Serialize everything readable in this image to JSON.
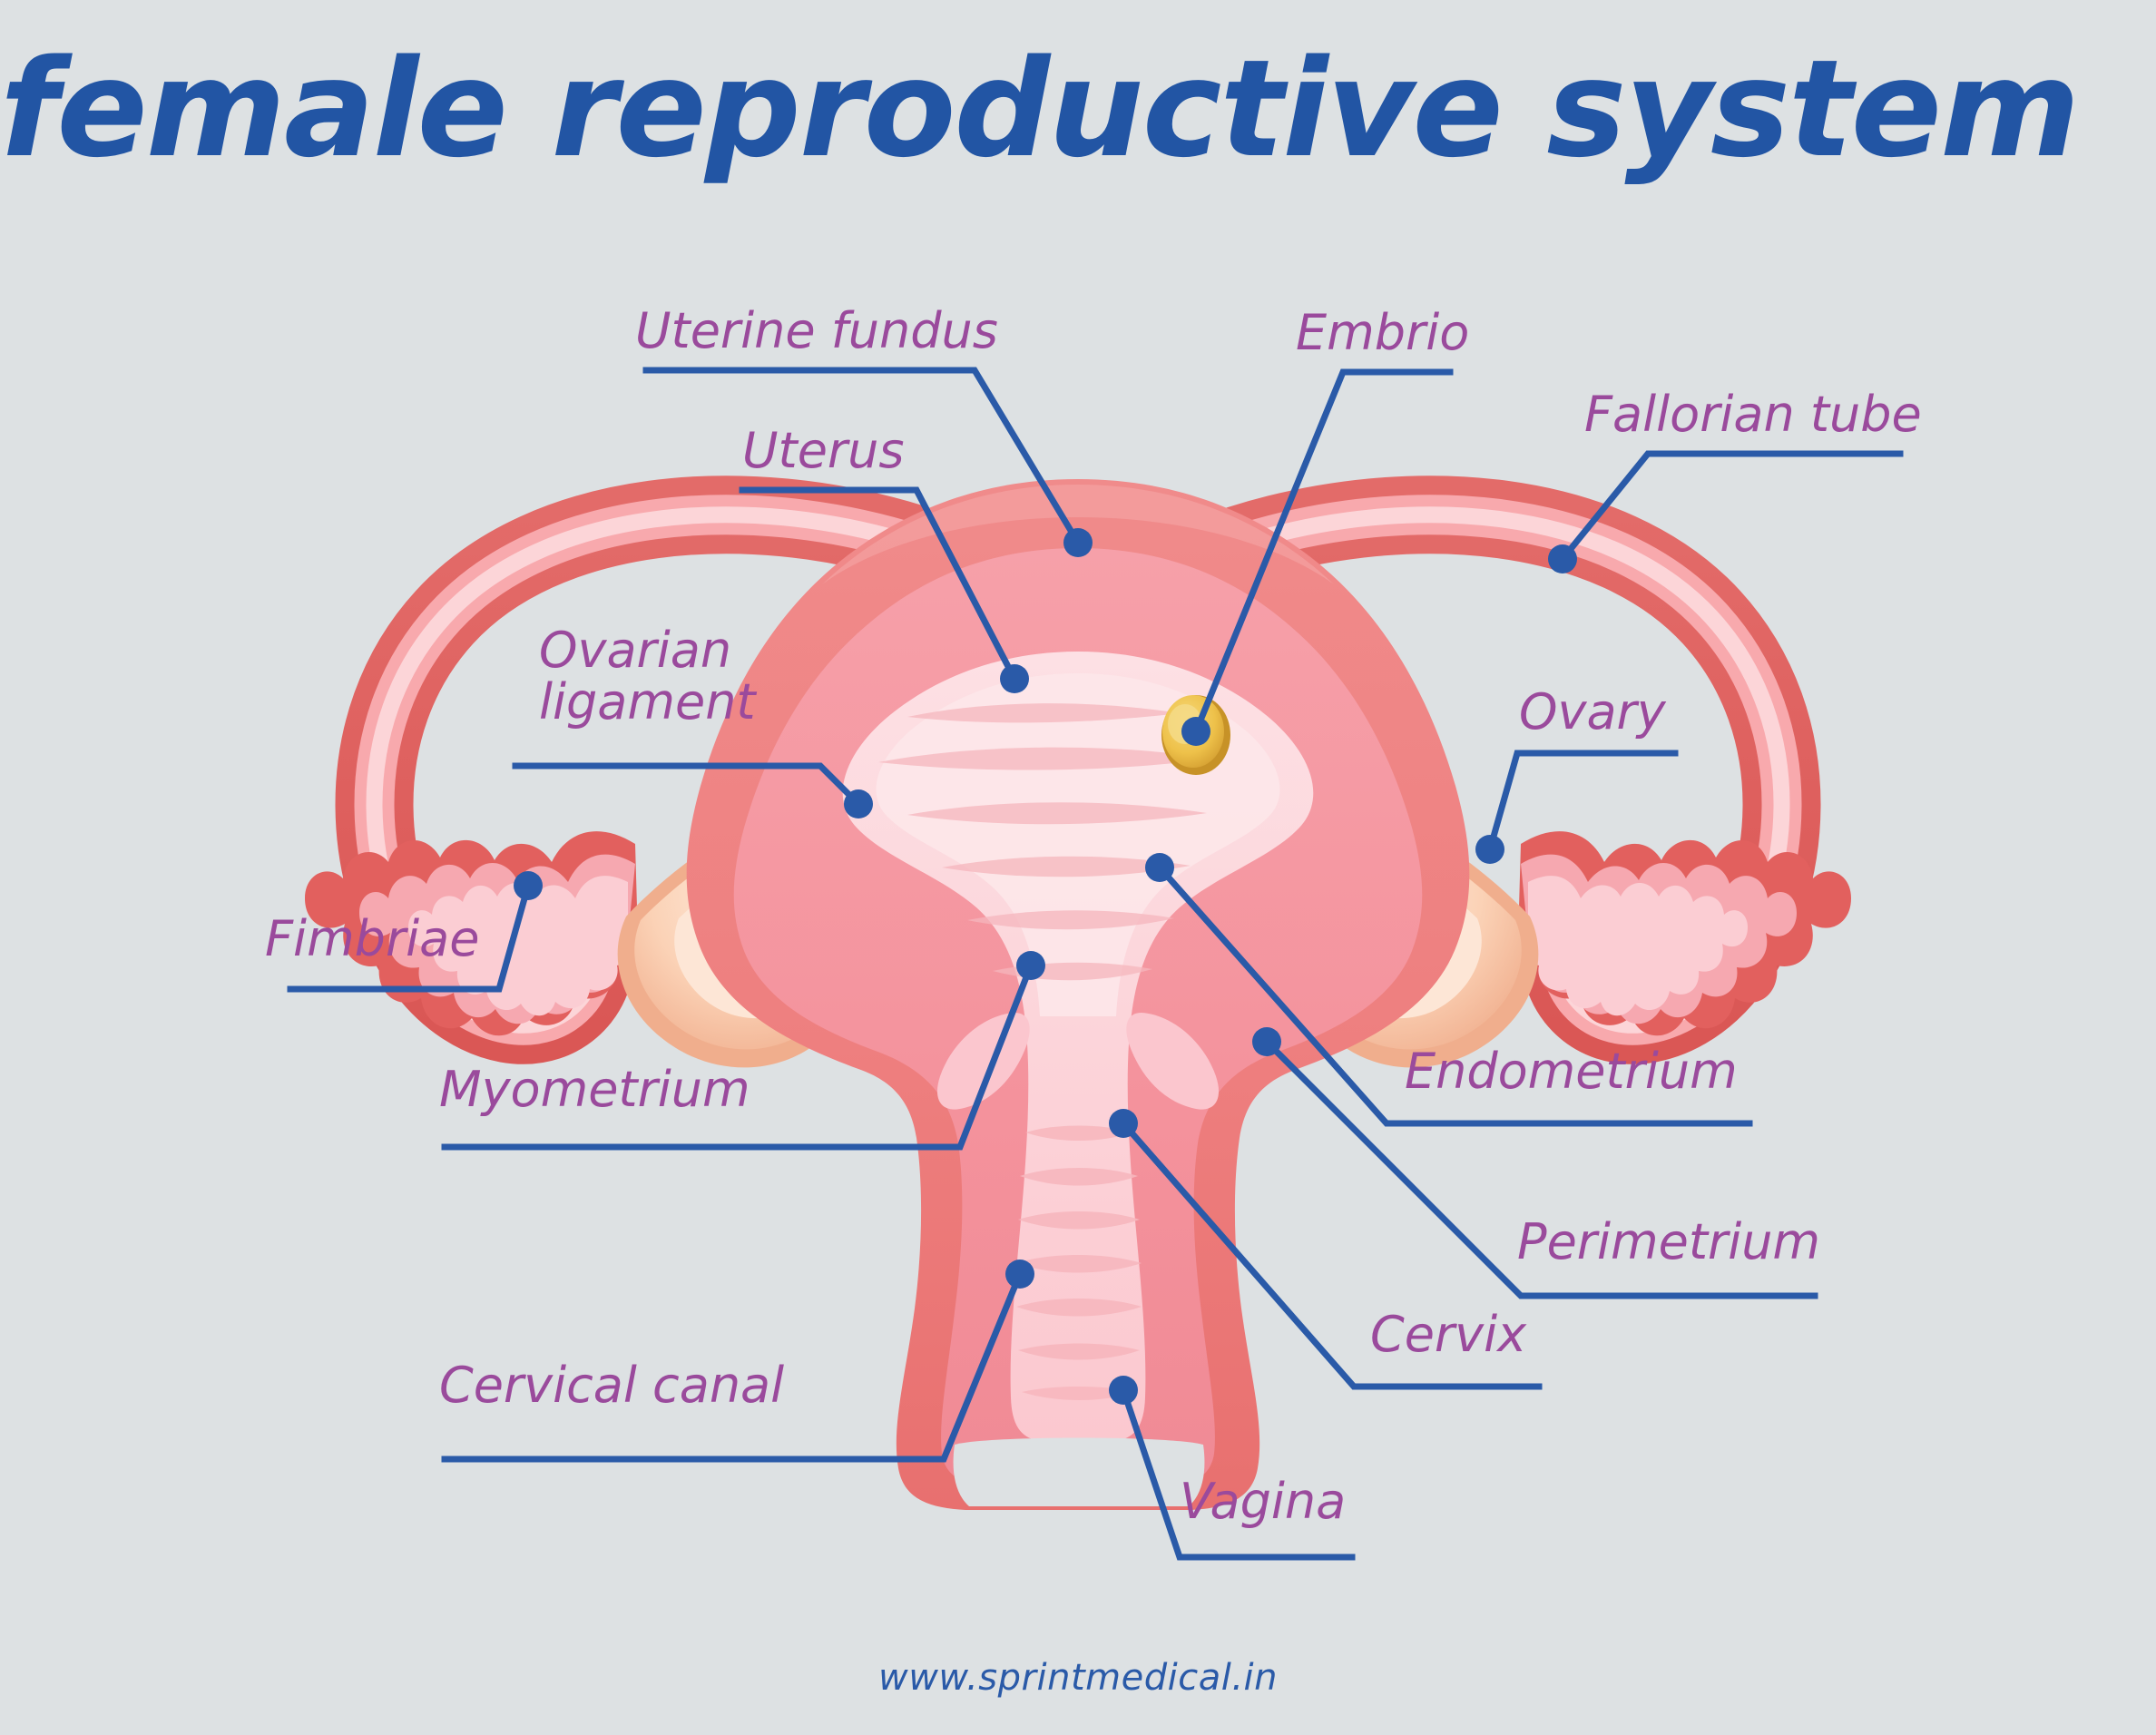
{
  "page": {
    "title": "female reproductive system",
    "watermark": "www.sprintmedical.in",
    "background_color": "#dde1e3",
    "title_color": "#2255a4",
    "label_color": "#9a4a9c",
    "leader_color": "#2a5aa8"
  },
  "diagram": {
    "type": "anatomical-illustration",
    "subject": "female reproductive system, coronal section",
    "colors": {
      "perimetrium": "#ee7f7f",
      "perimetrium_dark": "#e0615f",
      "myometrium": "#f4929c",
      "endometrium": "#fccdd3",
      "cavity_light": "#fde3e6",
      "tube_outer": "#e0615f",
      "tube_inner": "#f8a9ad",
      "tube_lumen": "#fcd5d8",
      "ovary_outer": "#f2b394",
      "ovary_mid": "#f9cdb0",
      "ovary_inner": "#fde4d2",
      "embryo": "#eec14a",
      "embryo_dark": "#d9a235",
      "fimbriae": "#e2605e"
    },
    "labels": [
      {
        "id": "uterine-fundus",
        "text": "Uterine fundus",
        "lines": [
          "Uterine fundus"
        ],
        "side": "left"
      },
      {
        "id": "uterus",
        "text": "Uterus",
        "lines": [
          "Uterus"
        ],
        "side": "left"
      },
      {
        "id": "embrio",
        "text": "Embrio",
        "lines": [
          "Embrio"
        ],
        "side": "right"
      },
      {
        "id": "fallorian-tube",
        "text": "Fallorian tube",
        "lines": [
          "Fallorian tube"
        ],
        "side": "right"
      },
      {
        "id": "ovarian-ligament",
        "text": "Ovarian ligament",
        "lines": [
          "Ovarian",
          "ligament"
        ],
        "side": "left"
      },
      {
        "id": "ovary",
        "text": "Ovary",
        "lines": [
          "Ovary"
        ],
        "side": "right"
      },
      {
        "id": "fimbriae",
        "text": "Fimbriae",
        "lines": [
          "Fimbriae"
        ],
        "side": "left"
      },
      {
        "id": "myometrium",
        "text": "Myometrium",
        "lines": [
          "Myometrium"
        ],
        "side": "left"
      },
      {
        "id": "endometrium",
        "text": "Endometrium",
        "lines": [
          "Endometrium"
        ],
        "side": "right"
      },
      {
        "id": "perimetrium",
        "text": "Perimetrium",
        "lines": [
          "Perimetrium"
        ],
        "side": "right"
      },
      {
        "id": "cervix",
        "text": "Cervix",
        "lines": [
          "Cervix"
        ],
        "side": "right"
      },
      {
        "id": "cervical-canal",
        "text": "Cervical canal",
        "lines": [
          "Cervical canal"
        ],
        "side": "left"
      },
      {
        "id": "vagina",
        "text": "Vagina",
        "lines": [
          "Vagina"
        ],
        "side": "right"
      }
    ]
  }
}
